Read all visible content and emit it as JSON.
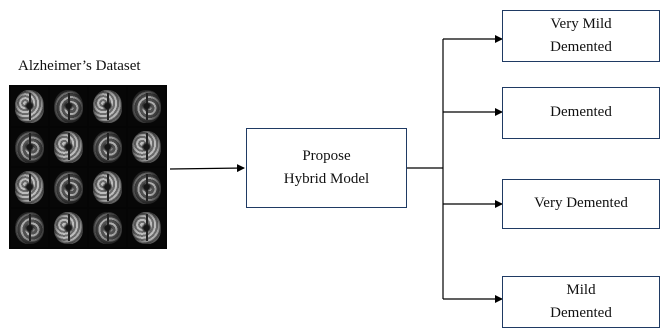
{
  "dataset": {
    "title": "Alzheimer’s Dataset"
  },
  "model": {
    "line1": "Propose",
    "line2": "Hybrid Model"
  },
  "outputs": [
    {
      "line1": "Very Mild",
      "line2": "Demented"
    },
    {
      "line1": "Demented"
    },
    {
      "line1": "Very Demented"
    },
    {
      "line1": "Mild",
      "line2": "Demented"
    }
  ]
}
